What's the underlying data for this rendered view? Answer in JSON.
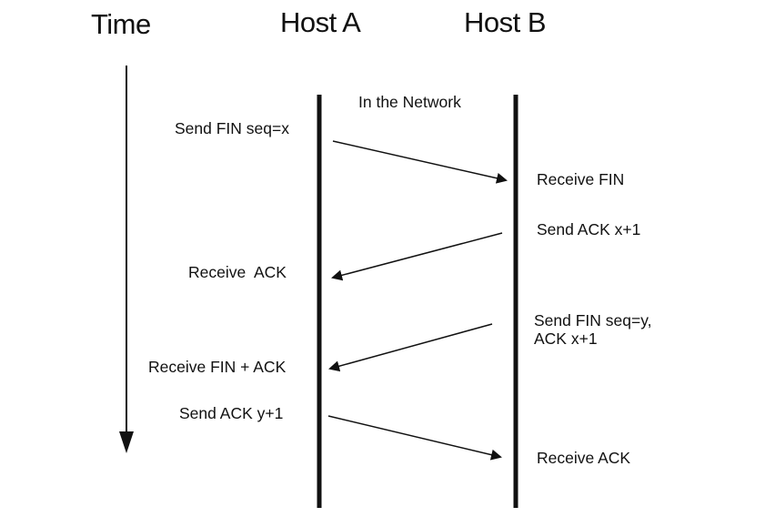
{
  "headers": {
    "time": "Time",
    "host_a": "Host A",
    "host_b": "Host B"
  },
  "network_label": "In the Network",
  "host_a_events": [
    "Send FIN seq=x",
    "Receive  ACK",
    "Receive FIN + ACK",
    "Send ACK y+1"
  ],
  "host_b_events": [
    "Receive FIN",
    "Send ACK x+1",
    "Send FIN seq=y,\nACK x+1",
    "Receive ACK"
  ],
  "messages": [
    {
      "from": "host-a",
      "to": "host-b"
    },
    {
      "from": "host-b",
      "to": "host-a"
    },
    {
      "from": "host-b",
      "to": "host-a"
    },
    {
      "from": "host-a",
      "to": "host-b"
    }
  ],
  "colors": {
    "line": "#111111",
    "text": "#111111",
    "background": "#ffffff"
  }
}
